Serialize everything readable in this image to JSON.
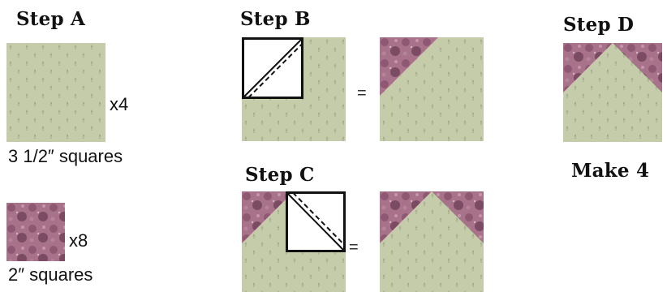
{
  "steps": {
    "a": {
      "title": "Step A",
      "qty_large": "x4",
      "caption_large": "3 1/2″ squares",
      "qty_small": "x8",
      "caption_small": "2″ squares"
    },
    "b": {
      "title": "Step B",
      "equals": "="
    },
    "c": {
      "title": "Step C",
      "equals": "="
    },
    "d": {
      "title": "Step D",
      "caption": "Make 4"
    }
  },
  "colors": {
    "background_fabric": "#c5cca9",
    "background_fabric_motif": "#9ca487",
    "print_fabric": "#a8738a",
    "print_fabric_motif": "#7b4a63",
    "sew_line": "#111111"
  }
}
